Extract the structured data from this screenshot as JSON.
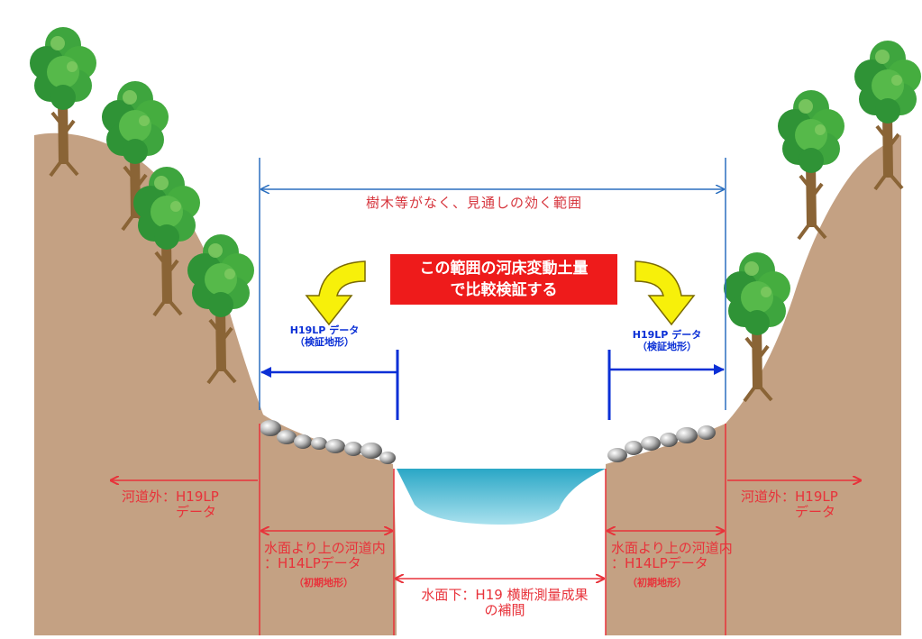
{
  "labels": {
    "top_range": "樹木等がなく、見通しの効く範囲",
    "banner": "この範囲の河床変動土量\nで比較検証する",
    "left_lp": "H19LP データ\n（検証地形）",
    "right_lp": "H19LP データ\n（検証地形）",
    "left_outside": "河道外：H19LP\n　　　　データ",
    "right_outside": "河道外：H19LP\n　　　　データ",
    "left_inner": "水面より上の河道内\n：H14LPデータ",
    "right_inner": "水面より上の河道内\n：H14LPデータ",
    "left_initial": "（初期地形）",
    "right_initial": "（初期地形）",
    "underwater": "水面下：H19 横断測量成果\nの補間"
  },
  "colors": {
    "ground": "#c4a183",
    "ground_dark": "#b08b6c",
    "water": "#3ab5cf",
    "red": "#e8323a",
    "blue": "#0a2fd6",
    "dim_blue": "#2b6fbf",
    "banner": "#ee1b1b",
    "arrow_yellow": "#f7f00a",
    "tree_green": "#3ea53e",
    "trunk": "#8a6436"
  },
  "icons": [
    "tree-icon",
    "boulder-icon",
    "curved-arrow-icon"
  ]
}
